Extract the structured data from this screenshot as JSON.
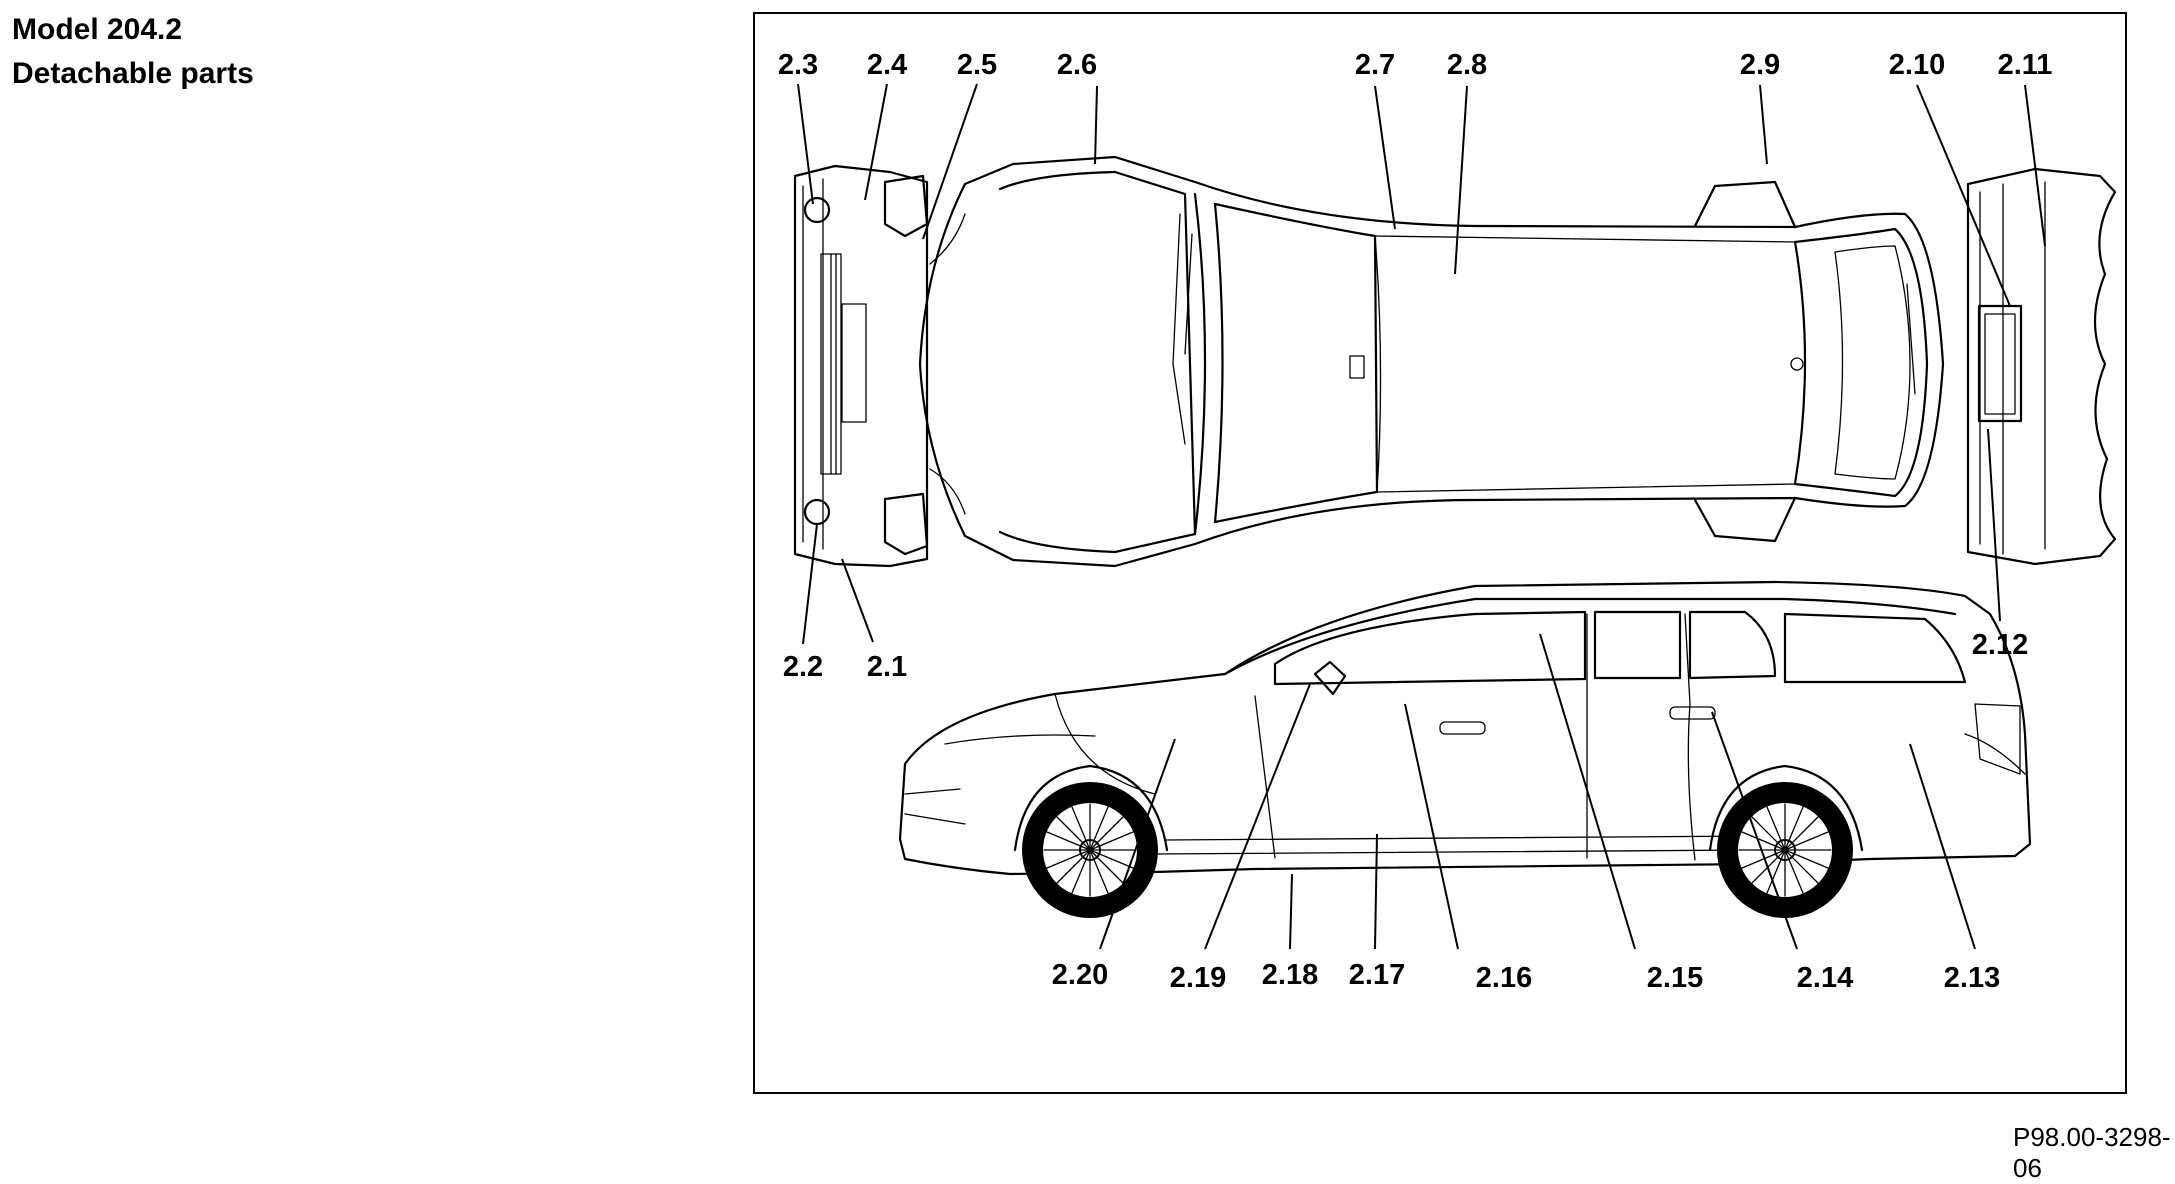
{
  "header": {
    "model": "Model 204.2",
    "subtitle": "Detachable parts"
  },
  "figure_ref": "P98.00-3298-06",
  "callouts": {
    "c2_1": "2.1",
    "c2_2": "2.2",
    "c2_3": "2.3",
    "c2_4": "2.4",
    "c2_5": "2.5",
    "c2_6": "2.6",
    "c2_7": "2.7",
    "c2_8": "2.8",
    "c2_9": "2.9",
    "c2_10": "2.10",
    "c2_11": "2.11",
    "c2_12": "2.12",
    "c2_13": "2.13",
    "c2_14": "2.14",
    "c2_15": "2.15",
    "c2_16": "2.16",
    "c2_17": "2.17",
    "c2_18": "2.18",
    "c2_19": "2.19",
    "c2_20": "2.20"
  }
}
